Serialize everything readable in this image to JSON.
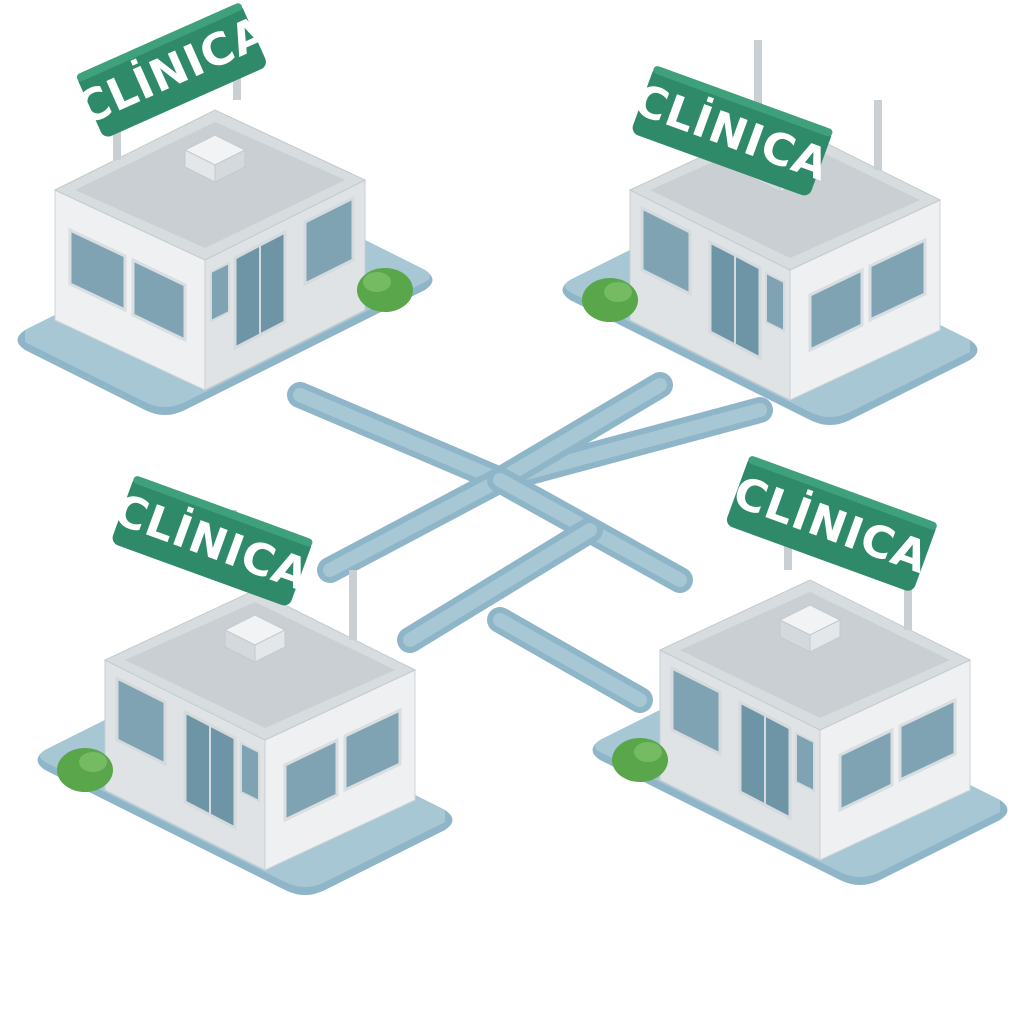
{
  "scene": {
    "colors": {
      "background": "#ffffff",
      "road": "#8fb6c8",
      "pad": "#8fb6c8",
      "sign": "#2f8a6a",
      "wall_light": "#eef0f2",
      "wall_side": "#dfe3e6",
      "roof": "#d7dcdf",
      "window": "#7fa3b3",
      "bush": "#5aa64a"
    },
    "icons": [
      "building-icon",
      "bush-icon",
      "rooftop-unit-icon"
    ]
  },
  "clinics": [
    {
      "sign_label": "CLİNICA"
    },
    {
      "sign_label": "CLİNICA"
    },
    {
      "sign_label": "CLİNICA"
    },
    {
      "sign_label": "CLİNICA"
    }
  ]
}
